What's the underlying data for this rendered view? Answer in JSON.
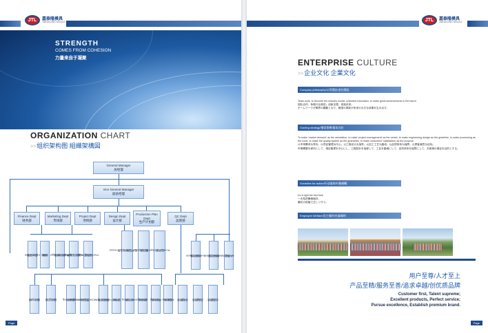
{
  "brand": {
    "name_cn": "嘉泰隆模具",
    "name_en": "JIATAILONG MOULD",
    "mark": "JTL"
  },
  "left_page": {
    "hero": {
      "line1": "STRENGTH",
      "line2": "COMES FROM COHESION",
      "line3": "力量来自于凝聚"
    },
    "section": {
      "title_bold": "ORGANIZATION",
      "title_light": " CHART",
      "subtitle": "组织架构图  組織架構図"
    },
    "org": {
      "general_manager": {
        "en": "General Manager",
        "cn": "总经理"
      },
      "vice_manager": {
        "en": "Vice General Manager",
        "cn": "副总经理"
      },
      "departments": [
        {
          "en": "Finance Dept",
          "cn": "财务部"
        },
        {
          "en": "Marketing Dept",
          "cn": "市场部"
        },
        {
          "en": "Project Dept",
          "cn": "项目部"
        },
        {
          "en": "Design Dept",
          "cn": "设计部"
        },
        {
          "en": "Production Plan Dept",
          "cn": "生产计划部"
        },
        {
          "en": "QC Dept",
          "cn": "品管部"
        }
      ],
      "mid_vertical": [
        {
          "en": "Cost Control",
          "cn": "成本控制"
        },
        {
          "en": "Sales",
          "cn": "销售"
        },
        {
          "en": "Project Manager",
          "cn": "项目经理"
        },
        {
          "en": "Project Engineer",
          "cn": "项目工程师"
        },
        {
          "en": "Purchasing Dept",
          "cn": "采购部"
        },
        {
          "en": "Production Control & Process",
          "cn": "生产控制与工艺"
        },
        {
          "en": "CNC Dept",
          "cn": "数控部"
        },
        {
          "en": "Production Dept",
          "cn": "生产部"
        },
        {
          "en": "Function Check",
          "cn": "功能检查"
        },
        {
          "en": "Material Control",
          "cn": "物料控制"
        },
        {
          "en": "HR Dept",
          "cn": "人事部"
        }
      ],
      "bottom_vertical": [
        {
          "en": "Design I",
          "cn": "设计一组"
        },
        {
          "en": "Design II",
          "cn": "设计二组"
        },
        {
          "en": "Programming",
          "cn": "编程组"
        },
        {
          "en": "CNC Operation",
          "cn": "数控组"
        },
        {
          "en": "Precision EDM",
          "cn": "精密放电"
        },
        {
          "en": "EDM",
          "cn": "放电组"
        },
        {
          "en": "Wire Cutting",
          "cn": "线切割"
        },
        {
          "en": "Grinding",
          "cn": "磨床组"
        },
        {
          "en": "Polishing",
          "cn": "抛光组"
        },
        {
          "en": "Assembly",
          "cn": "装配组"
        },
        {
          "en": "IQC",
          "cn": "来料检验"
        },
        {
          "en": "FQC",
          "cn": "成品检验"
        },
        {
          "en": "OQC",
          "cn": "出货检验"
        }
      ]
    },
    "footer_page": "Page"
  },
  "right_page": {
    "section": {
      "title_bold": "ENTERPRISE",
      "title_light": " CULTURE",
      "subtitle": "企业文化  企業文化"
    },
    "blocks": [
      {
        "bar": "Company philosophy/公司理念/会社理念",
        "text": [
          "Team work, to become the industry model; unlimited innovation, to make great achievements in the future.",
          "团队合作，争做行业典范；创新无限，成就未来。",
          "チームワークが業界の模範となり、無限の革新が未来の大きな成果を生み出す。"
        ]
      },
      {
        "bar": "Guiding strategy/指导思想/基本方針",
        "text": [
          "To make 'market demand' as the orientation, to make 'project management' as the center, to make engineering design as the guideline, to make processing as the route, to make the quality system as the guarantee, to make customers' satisfaction as the purpose.",
          "以市场需求为导向，以项目管理为中心，以工程设计为指导，以加工工艺为路线，以品质体系为保障，以顾客满意为目标。",
          "市場需要を導向として、項目管理を中心にし、工程設計を指導して、工芸を路線にして、品質体系を保障にして、お客様の満足を目的とする。"
        ]
      },
      {
        "bar": "Guideline for action/行动准则/行動規範",
        "text": [
          "Do it right the first time",
          "一次性把事情做好。",
          "最初の段階で正しく行う。"
        ]
      },
      {
        "bar": "Employee Welfare/员工福利/社員福利"
      }
    ],
    "slogan_cn": [
      "用户至尊/人才至上",
      "产品至精/服务至善/追求卓越/创优质品牌"
    ],
    "slogan_en": [
      "Customer first, Talent supreme;",
      "Excellent products, Perfect service;",
      "Pursue excellence, Establish premium brand."
    ],
    "footer_page": "Page"
  }
}
